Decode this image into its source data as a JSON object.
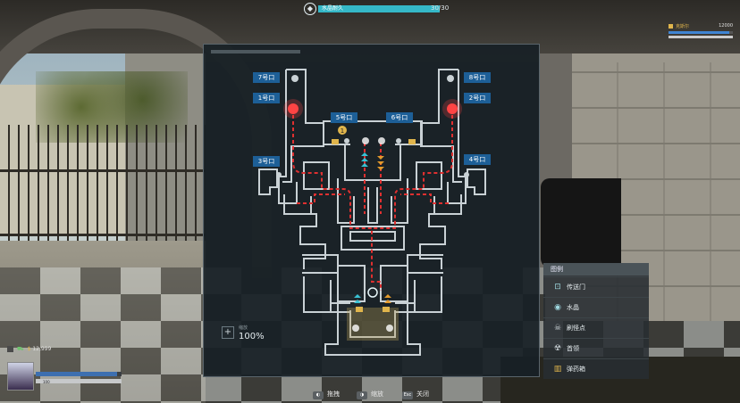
{
  "objective": {
    "label": "水晶耐久",
    "count": "30/30",
    "progress": 1.0,
    "icon": "crystal-marker-icon"
  },
  "player_top": {
    "name": "克斯尔",
    "money": "12000",
    "hp": 0.95,
    "armor": 1.0
  },
  "map": {
    "doors": [
      "7号口",
      "1号口",
      "8号口",
      "2号口",
      "5号口",
      "6号口",
      "3号口",
      "4号口"
    ],
    "zoom_label": "缩放",
    "zoom_value": "100%",
    "zoom_button": "+",
    "numbered_marker": "1"
  },
  "legend": {
    "title": "图例",
    "items": [
      {
        "label": "传送门",
        "icon": "portal-icon"
      },
      {
        "label": "水晶",
        "icon": "crystal-icon"
      },
      {
        "label": "刷怪点",
        "icon": "spawn-point-icon"
      },
      {
        "label": "首领",
        "icon": "boss-icon"
      },
      {
        "label": "弹药箱",
        "icon": "ammo-box-icon"
      }
    ]
  },
  "hints": [
    {
      "key": "",
      "label": "拖拽",
      "icon": "mouse-drag-icon"
    },
    {
      "key": "",
      "label": "缩放",
      "icon": "mouse-scroll-icon"
    },
    {
      "key": "Esc",
      "label": "关闭"
    }
  ],
  "bottom_left": {
    "money": "12,999",
    "name": "",
    "hp": 0.95,
    "armor_text": "100",
    "armor": 1.0
  },
  "colors": {
    "route": "#e03030",
    "accent": "#35b8c7",
    "door_label": "#1d5f97",
    "gold": "#e0b54c"
  }
}
